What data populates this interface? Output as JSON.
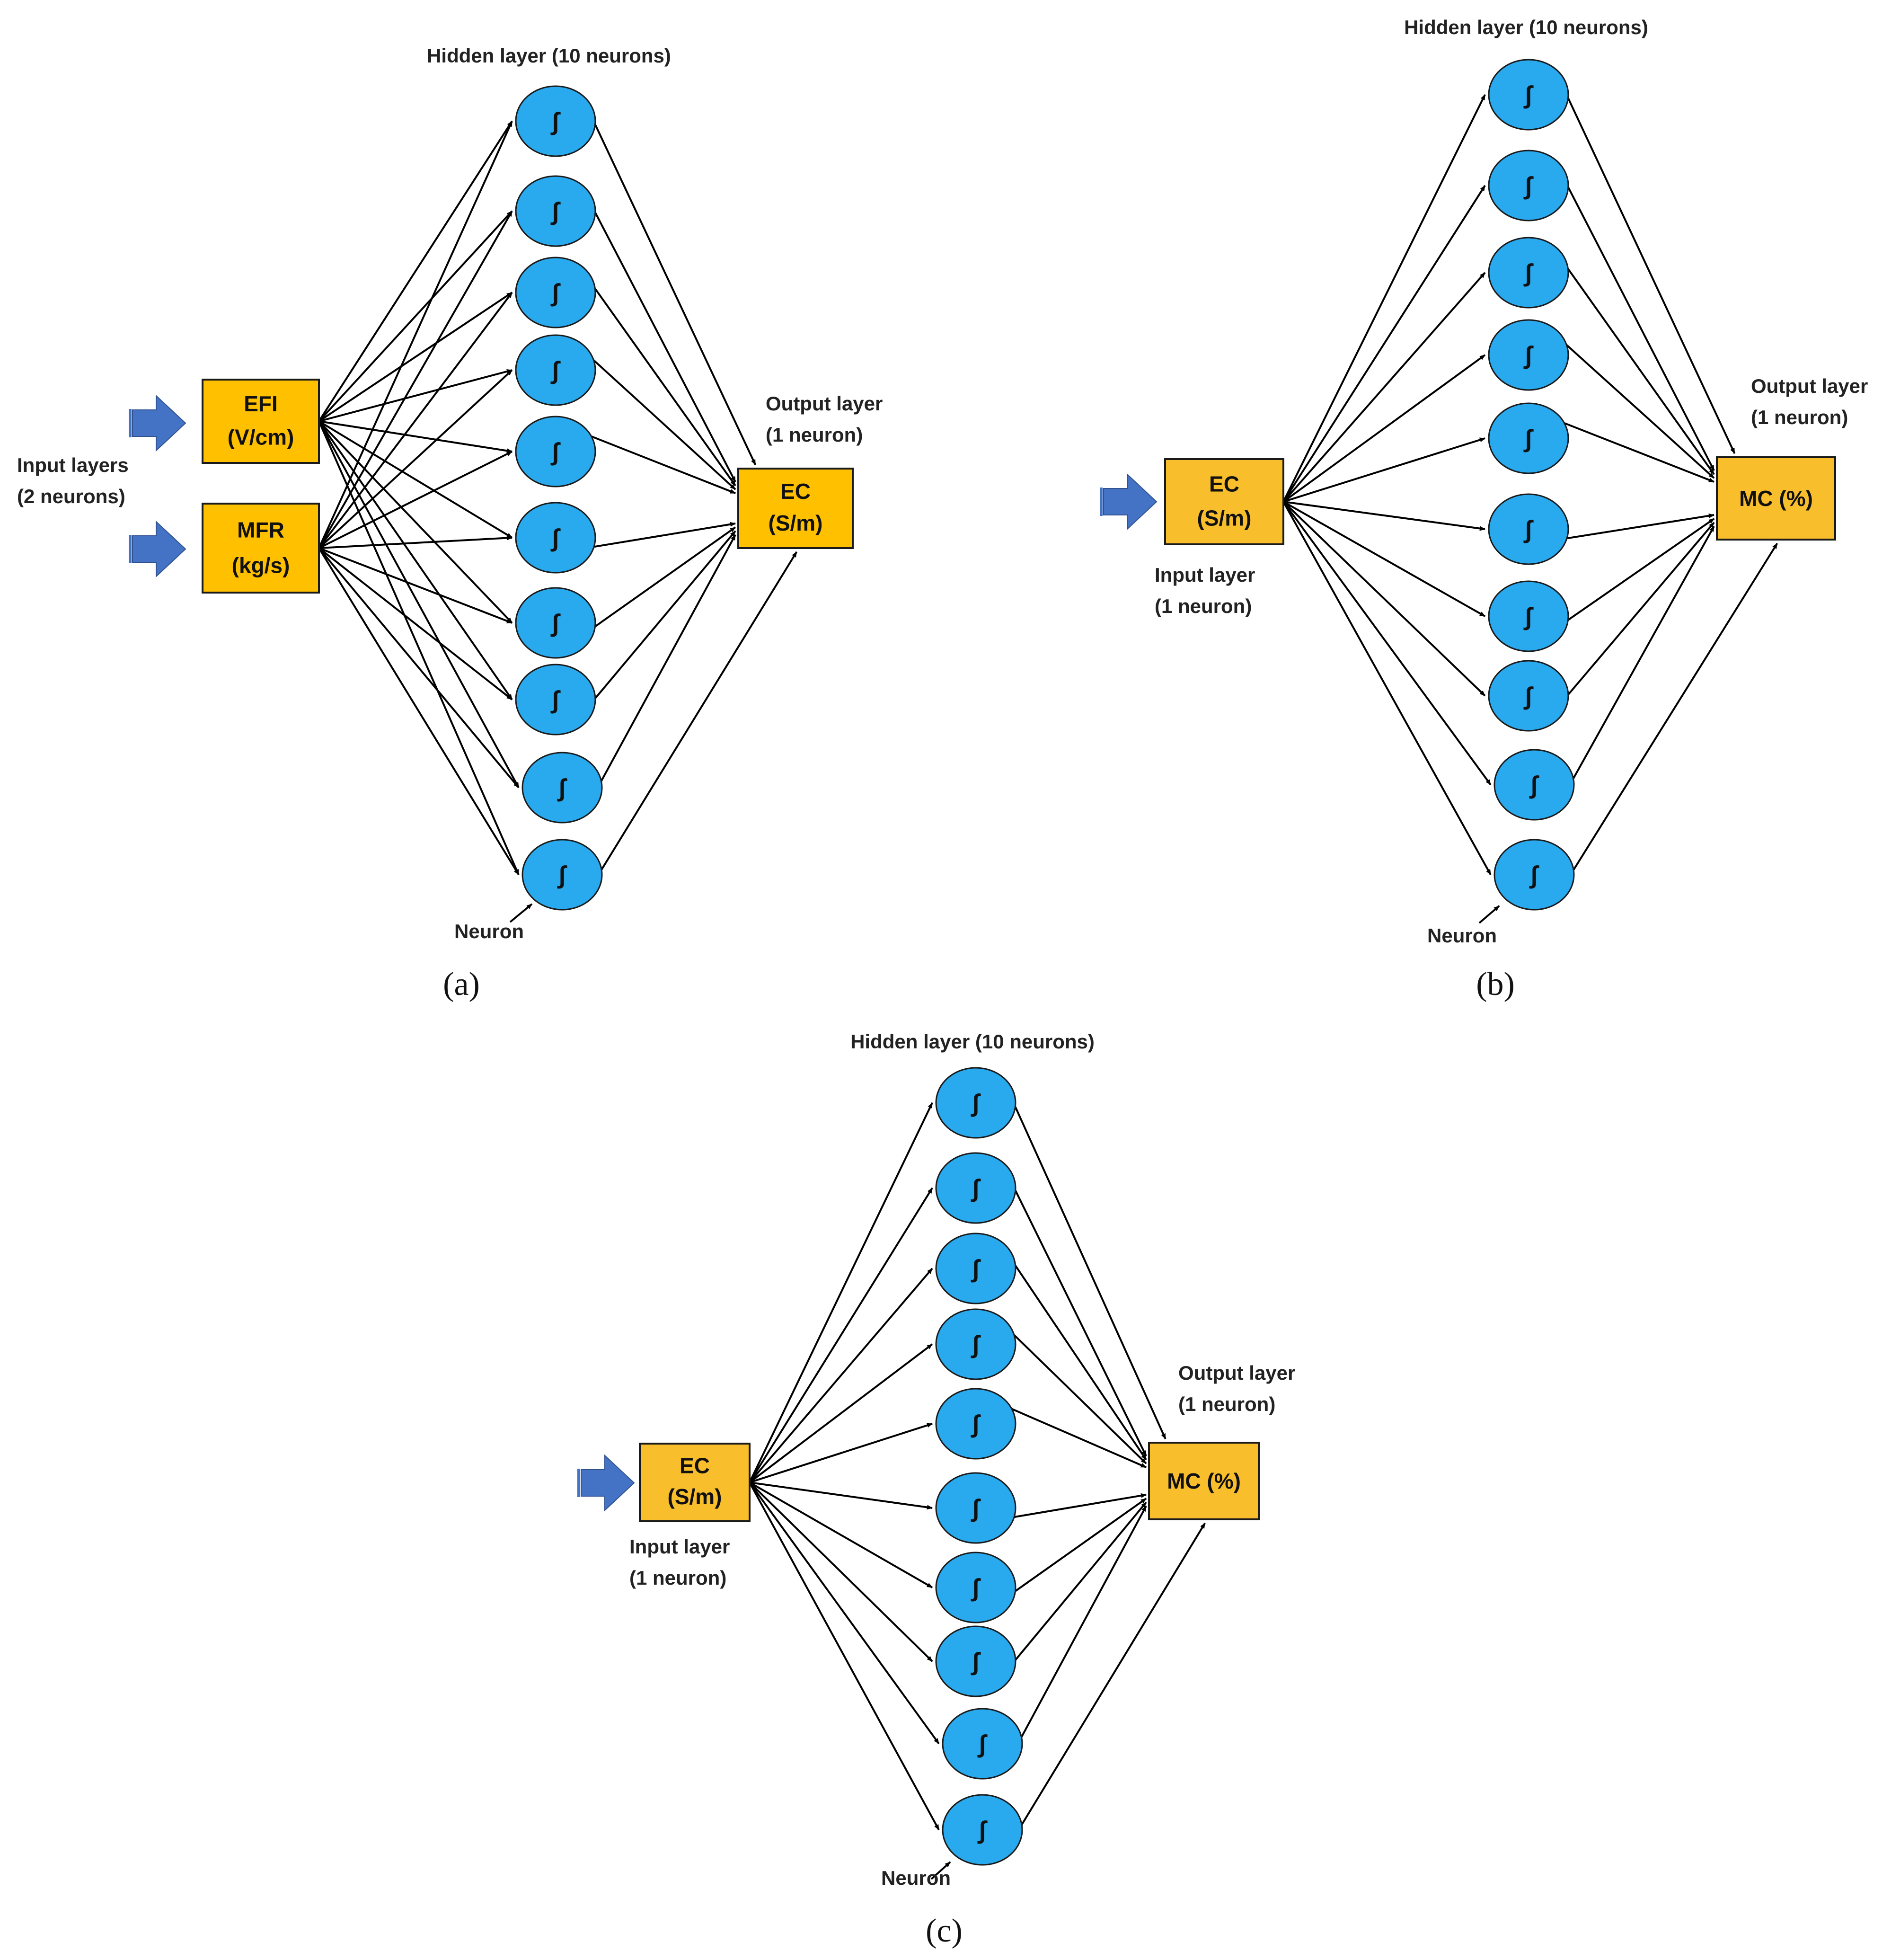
{
  "colors": {
    "neuron_fill": "#29A9EE",
    "neuron_stroke": "#1a1a1a",
    "box_fill_a": "#FFC000",
    "box_fill_bc": "#F9BE2C",
    "box_stroke": "#1a1a1a",
    "input_arrow": "#4472C4",
    "edge": "#000000"
  },
  "icons": {
    "input_arrow": "block-arrow-right-icon",
    "neuron": "integral-icon"
  },
  "neuron_symbol": "∫",
  "panels": [
    {
      "id": "a",
      "caption": "(a)",
      "hidden_layer_label": "Hidden layer (10 neurons)",
      "input_layer_label": [
        "Input layers",
        "(2 neurons)"
      ],
      "output_layer_label": [
        "Output layer",
        "(1 neuron)"
      ],
      "neuron_label": "Neuron",
      "hidden_count": 10,
      "inputs": [
        {
          "line1": "EFI",
          "line2": "(V/cm)"
        },
        {
          "line1": "MFR",
          "line2": "(kg/s)"
        }
      ],
      "output": {
        "line1": "EC",
        "line2": "(S/m)"
      }
    },
    {
      "id": "b",
      "caption": "(b)",
      "hidden_layer_label": "Hidden layer (10 neurons)",
      "input_layer_label": [
        "Input layer",
        "(1 neuron)"
      ],
      "output_layer_label": [
        "Output layer",
        "(1 neuron)"
      ],
      "neuron_label": "Neuron",
      "hidden_count": 10,
      "inputs": [
        {
          "line1": "EC",
          "line2": "(S/m)"
        }
      ],
      "output": {
        "line1": "MC (%)",
        "line2": ""
      }
    },
    {
      "id": "c",
      "caption": "(c)",
      "hidden_layer_label": "Hidden layer (10 neurons)",
      "input_layer_label": [
        "Input layer",
        "(1 neuron)"
      ],
      "output_layer_label": [
        "Output layer",
        "(1 neuron)"
      ],
      "neuron_label": "Neuron",
      "hidden_count": 10,
      "inputs": [
        {
          "line1": "EC",
          "line2": "(S/m)"
        }
      ],
      "output": {
        "line1": "MC (%)",
        "line2": ""
      }
    }
  ]
}
